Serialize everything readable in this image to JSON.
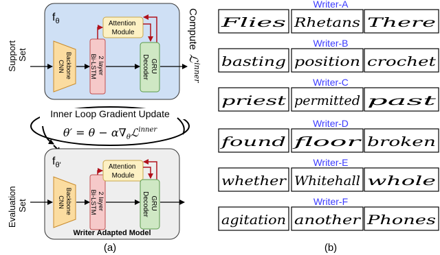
{
  "panel_a": {
    "support_set": [
      "Support",
      "Set"
    ],
    "evaluation_set": [
      "Evaluation",
      "Set"
    ],
    "f_theta": "f",
    "f_theta_sub": "θ",
    "f_theta_prime_sub": "θ'",
    "compute_label": "Compute",
    "compute_loss": "ℒ",
    "compute_loss_sup": "inner",
    "attention": [
      "Attention",
      "Module"
    ],
    "backbone": [
      "Backbone",
      "CNN"
    ],
    "bilstm": [
      "2 layer",
      "Bi-LSTM"
    ],
    "gru": [
      "GRU",
      "Decoder"
    ],
    "inner_loop": "Inner Loop Gradient Update",
    "equation": "θ′ = θ − α∇",
    "equation_sub": "θ",
    "equation_tail": "ℒ",
    "equation_sup": "inner",
    "writer_adapted": "Writer Adapted Model",
    "caption": "(a)"
  },
  "panel_b": {
    "caption": "(b)",
    "writers": [
      {
        "title": "Writer-A",
        "words": [
          "Flies",
          "Rhetans",
          "There"
        ]
      },
      {
        "title": "Writer-B",
        "words": [
          "basting",
          "position",
          "crochet"
        ]
      },
      {
        "title": "Writer-C",
        "words": [
          "priest",
          "permitted",
          "past"
        ]
      },
      {
        "title": "Writer-D",
        "words": [
          "found",
          "floor",
          "broken"
        ]
      },
      {
        "title": "Writer-E",
        "words": [
          "whether",
          "Whitehall",
          "whole"
        ]
      },
      {
        "title": "Writer-F",
        "words": [
          "agitation",
          "another",
          "Phones"
        ]
      }
    ]
  },
  "colors": {
    "top_panel": "#cfe0f5",
    "bottom_panel": "#eeeeee",
    "attention": "#fdf1c4",
    "backbone": "#fbdca0",
    "bilstm": "#f6c9c9",
    "gru": "#cfe8c4",
    "red_arrow": "#b0121c",
    "writer_title": "#3b3bff"
  }
}
